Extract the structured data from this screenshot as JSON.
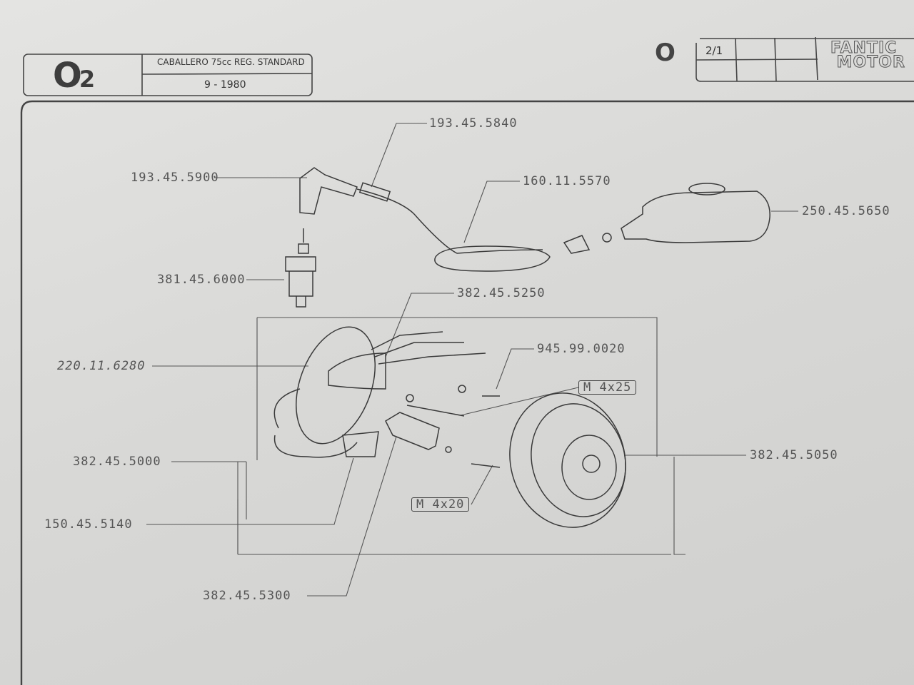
{
  "header": {
    "group_code": "O",
    "group_sub": "2",
    "model_title": "CABALLERO 75cc REG. STANDARD",
    "date": "9 - 1980",
    "section": "O",
    "page": "2/1",
    "brand_logo": "FANTIC MOTOR"
  },
  "parts": {
    "p1": "193.45.5840",
    "p2": "193.45.5900",
    "p3": "160.11.5570",
    "p4": "250.45.5650",
    "p5": "381.45.6000",
    "p6": "382.45.5250",
    "p7": "945.99.0020",
    "p8": "220.11.6280",
    "p9": "M 4x25",
    "p10": "382.45.5050",
    "p11": "382.45.5000",
    "p12": "M 4x20",
    "p13": "150.45.5140",
    "p14": "382.45.5300"
  }
}
